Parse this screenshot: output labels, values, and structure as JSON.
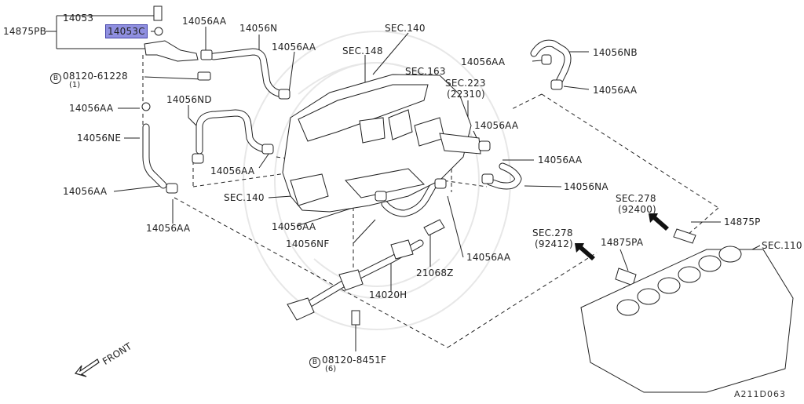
{
  "labels": {
    "l14053": "14053",
    "l14875PB": "14875PB",
    "l14053C": "14053C",
    "l14056AA_top": "14056AA",
    "l14056N": "14056N",
    "lSEC140_top": "SEC.140",
    "l14056AA_2": "14056AA",
    "lSEC148": "SEC.148",
    "lSEC163": "SEC.163",
    "l14056AA_r1": "14056AA",
    "l14056NB": "14056NB",
    "l14056AA_r2": "14056AA",
    "lSEC223": "SEC.223",
    "l22310": "(22310)",
    "l08120_61228": "08120-61228",
    "l08120_61228_qty": "(1)",
    "l14056AA_left": "14056AA",
    "l14056ND": "14056ND",
    "l14056AA_mid": "14056AA",
    "l14056AA_r3": "14056AA",
    "l14056NE": "14056NE",
    "l14056AA_nd": "14056AA",
    "l14056NA": "14056NA",
    "l14056AA_ne": "14056AA",
    "lSEC140_mid": "SEC.140",
    "lSEC278_a": "SEC.278",
    "l92400": "(92400)",
    "l14056AA_bl": "14056AA",
    "l14056AA_c": "14056AA",
    "l14875P": "14875P",
    "lSEC278_b": "SEC.278",
    "l92412": "(92412)",
    "l14875PA": "14875PA",
    "lSEC110": "SEC.110",
    "l14056NF": "14056NF",
    "l14056AA_nf": "14056AA",
    "l21068Z": "21068Z",
    "l14020H": "14020H",
    "l08120_8451F": "08120-8451F",
    "l08120_8451F_qty": "(6)",
    "front": "FRONT",
    "bolt_symbol": "B",
    "ref_code": "A211D063"
  },
  "selected_part": "14053C"
}
